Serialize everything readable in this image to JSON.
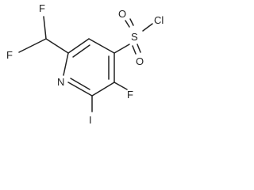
{
  "molecule": {
    "atoms": {
      "F_top": "F",
      "F_left": "F",
      "S": "S",
      "Cl": "Cl",
      "O_left": "O",
      "O_bottom": "O",
      "N": "N",
      "F_ring": "F",
      "I": "I"
    }
  },
  "colors": {
    "bond": "#222222",
    "label": "#222222",
    "background": "#ffffff"
  }
}
